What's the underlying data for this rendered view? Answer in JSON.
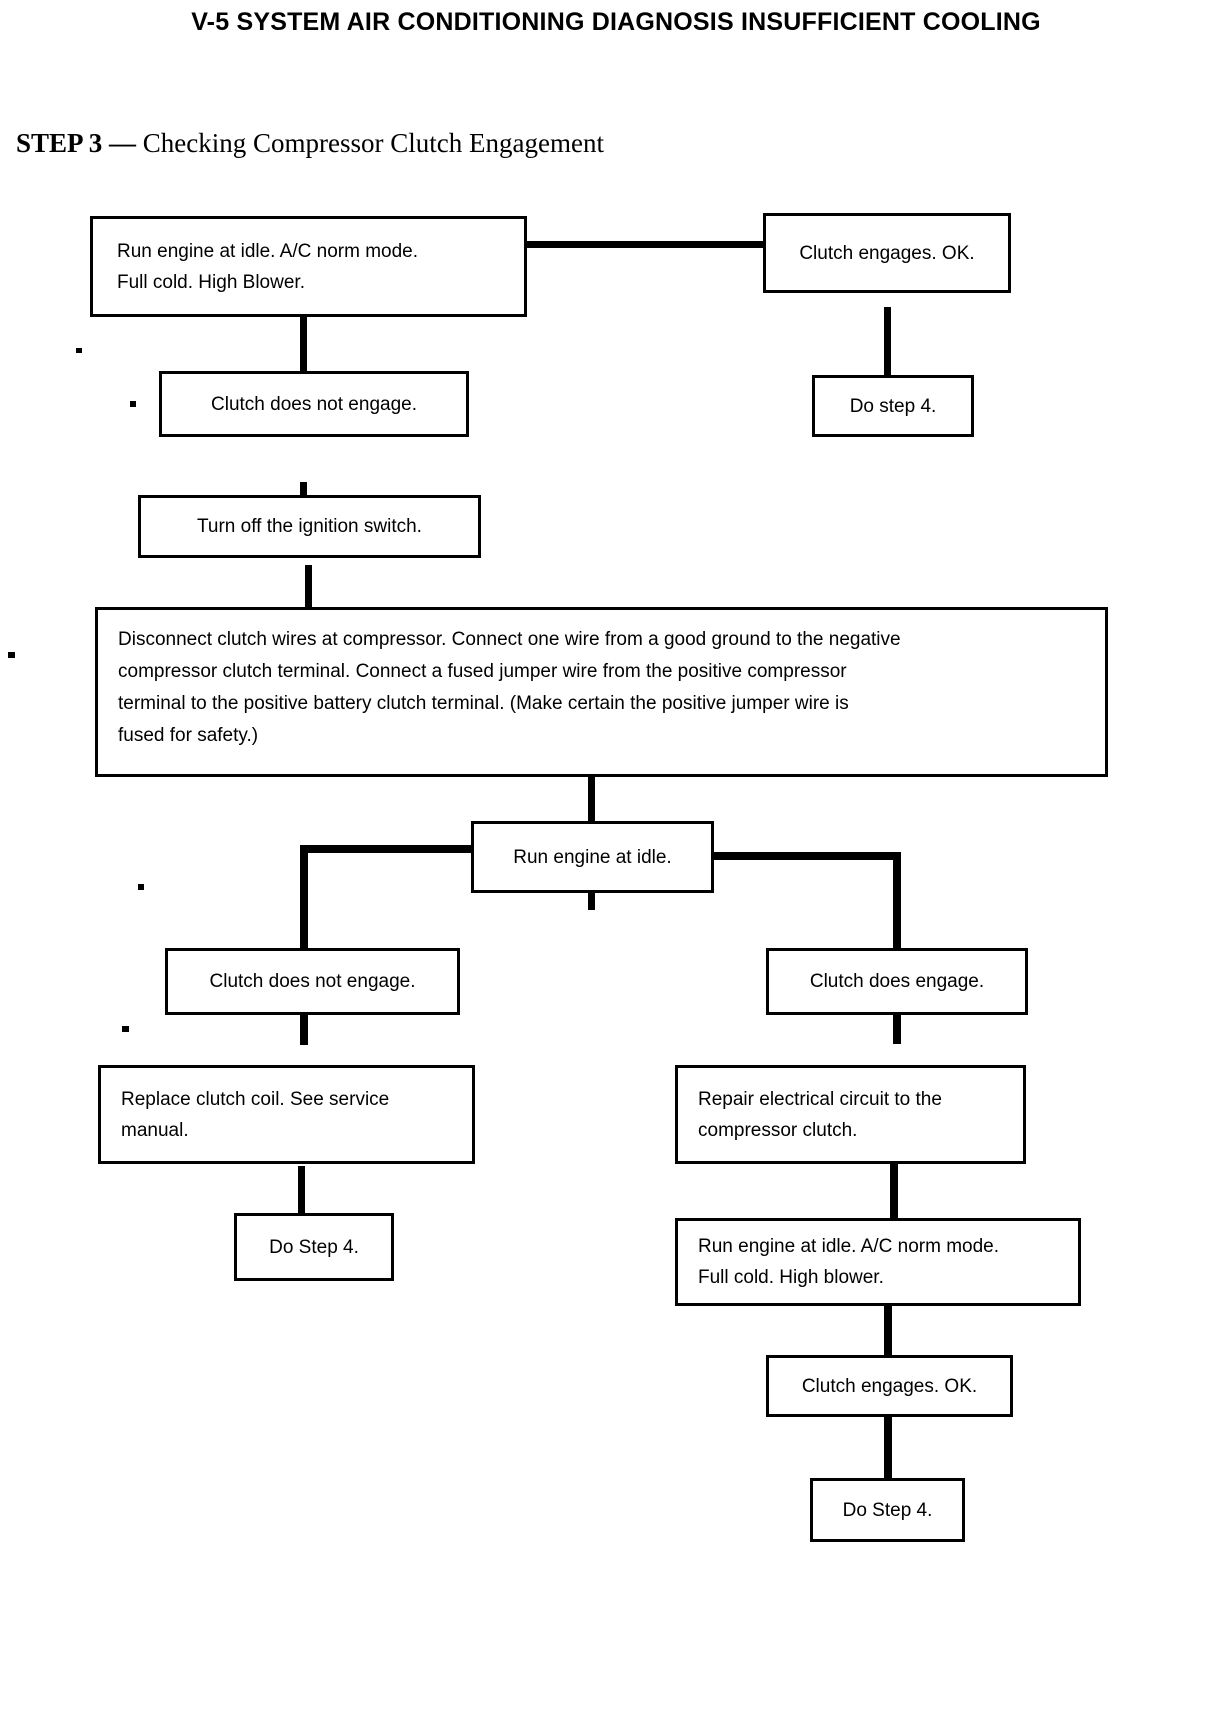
{
  "document": {
    "title": "V-5 SYSTEM AIR CONDITIONING DIAGNOSIS INSUFFICIENT COOLING",
    "step_label": "STEP 3 —",
    "step_name": " Checking Compressor Clutch Engagement"
  },
  "colors": {
    "ink": "#000000",
    "paper": "#ffffff"
  },
  "flowchart": {
    "type": "flowchart",
    "nodes": {
      "start": {
        "id": "start",
        "lines": [
          "Run engine at idle. A/C norm mode.",
          "Full cold. High Blower."
        ]
      },
      "clutch_engages_ok_top": {
        "id": "clutch-engages-ok-top",
        "lines": [
          "Clutch engages. OK."
        ]
      },
      "do_step_4_top": {
        "id": "do-step-4-top",
        "lines": [
          "Do step 4."
        ]
      },
      "clutch_not_engage_top": {
        "id": "clutch-does-not-engage-top",
        "lines": [
          "Clutch does not engage."
        ]
      },
      "turn_off_ignition": {
        "id": "turn-off-ignition-switch",
        "lines": [
          "Turn off the ignition switch."
        ]
      },
      "disconnect_instructions": {
        "id": "disconnect-clutch-wires-instructions",
        "lines": [
          "Disconnect clutch wires at compressor. Connect one wire from a good ground to the negative",
          "compressor clutch terminal. Connect a fused jumper wire from the positive compressor",
          "terminal to the positive battery clutch terminal. (Make certain the positive jumper wire is",
          "fused for safety.)"
        ]
      },
      "run_engine_idle": {
        "id": "run-engine-at-idle",
        "lines": [
          "Run engine at idle."
        ]
      },
      "clutch_not_engage_left": {
        "id": "clutch-does-not-engage-left",
        "lines": [
          "Clutch does not engage."
        ]
      },
      "clutch_does_engage_right": {
        "id": "clutch-does-engage-right",
        "lines": [
          "Clutch does engage."
        ]
      },
      "replace_clutch_coil": {
        "id": "replace-clutch-coil",
        "lines": [
          "Replace clutch coil. See service",
          "manual."
        ]
      },
      "repair_circuit": {
        "id": "repair-electrical-circuit",
        "lines": [
          "Repair electrical circuit to the",
          "compressor clutch."
        ]
      },
      "do_step_4_left": {
        "id": "do-step-4-left",
        "lines": [
          "Do Step 4."
        ]
      },
      "run_engine_idle_full": {
        "id": "run-engine-at-idle-full-cold",
        "lines": [
          "Run engine at idle. A/C norm mode.",
          "Full cold. High blower."
        ]
      },
      "clutch_engages_ok_bottom": {
        "id": "clutch-engages-ok-bottom",
        "lines": [
          "Clutch engages. OK."
        ]
      },
      "do_step_4_bottom": {
        "id": "do-step-4-bottom",
        "lines": [
          "Do Step 4."
        ]
      }
    }
  }
}
